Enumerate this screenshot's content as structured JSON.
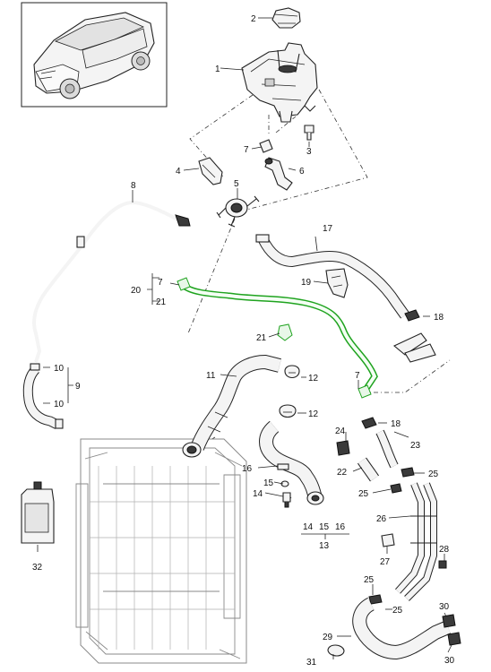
{
  "diagram": {
    "highlight_color": "#1fa31f",
    "labels": {
      "p1": "1",
      "p2": "2",
      "p3": "3",
      "p4": "4",
      "p5": "5",
      "p6": "6",
      "p7a": "7",
      "p7b": "7",
      "p7c": "7",
      "p8": "8",
      "p9": "9",
      "p10a": "10",
      "p10b": "10",
      "p11": "11",
      "p12a": "12",
      "p12b": "12",
      "p13": "13",
      "p14a": "14",
      "p14b": "14",
      "p15a": "15",
      "p15b": "15",
      "p16a": "16",
      "p16b": "16",
      "p17": "17",
      "p18a": "18",
      "p18b": "18",
      "p19": "19",
      "p20": "20",
      "p21a": "21",
      "p21b": "21",
      "p22": "22",
      "p23": "23",
      "p24": "24",
      "p25a": "25",
      "p25b": "25",
      "p25c": "25",
      "p26": "26",
      "p27": "27",
      "p28": "28",
      "p29": "29",
      "p30a": "30",
      "p30b": "30",
      "p31": "31",
      "p32": "32"
    }
  }
}
